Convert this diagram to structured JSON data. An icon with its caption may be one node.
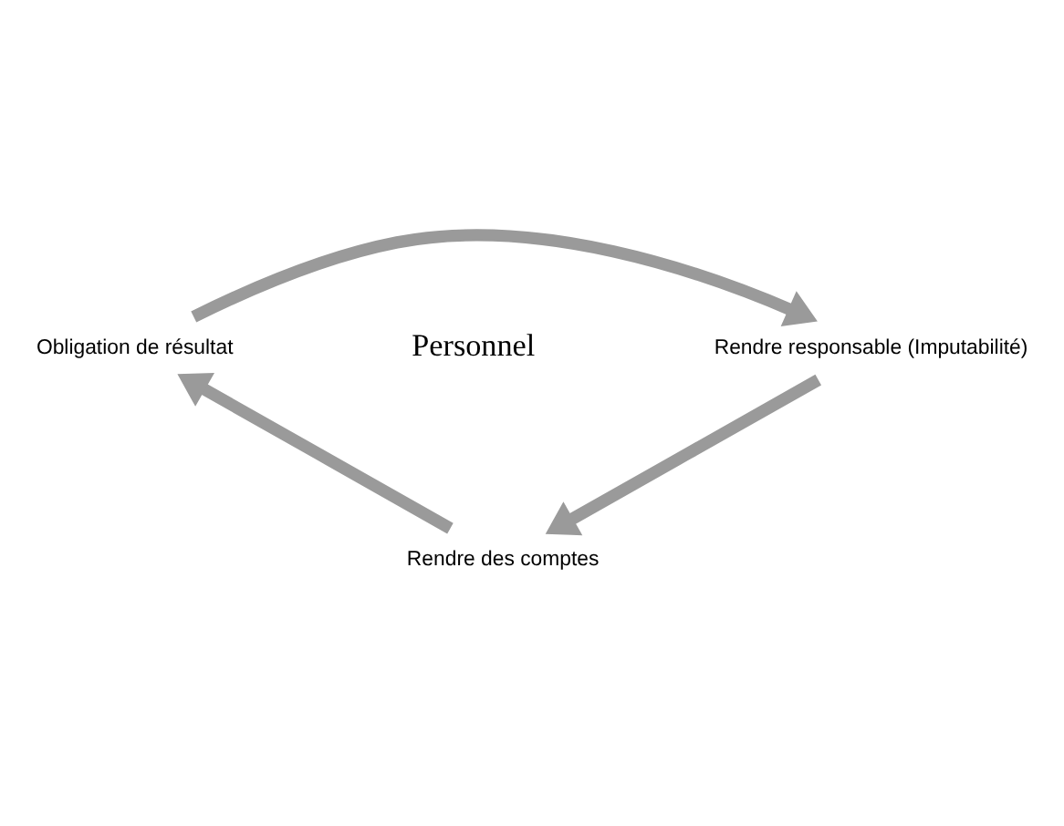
{
  "diagram": {
    "nodes": [
      {
        "text": [
          "Obligation de résultat"
        ]
      },
      {
        "text": [
          "Rendre responsable (Imputabilité)"
        ]
      },
      {
        "text": [
          "Rendre des comptes"
        ]
      }
    ],
    "edges": [
      {
        "from": 0,
        "to": 1,
        "arrow": "to"
      },
      {
        "from": 1,
        "to": 2,
        "arrow": "to"
      },
      {
        "from": 2,
        "to": 0,
        "arrow": "to"
      }
    ],
    "labels": [
      "Personnel"
    ]
  }
}
